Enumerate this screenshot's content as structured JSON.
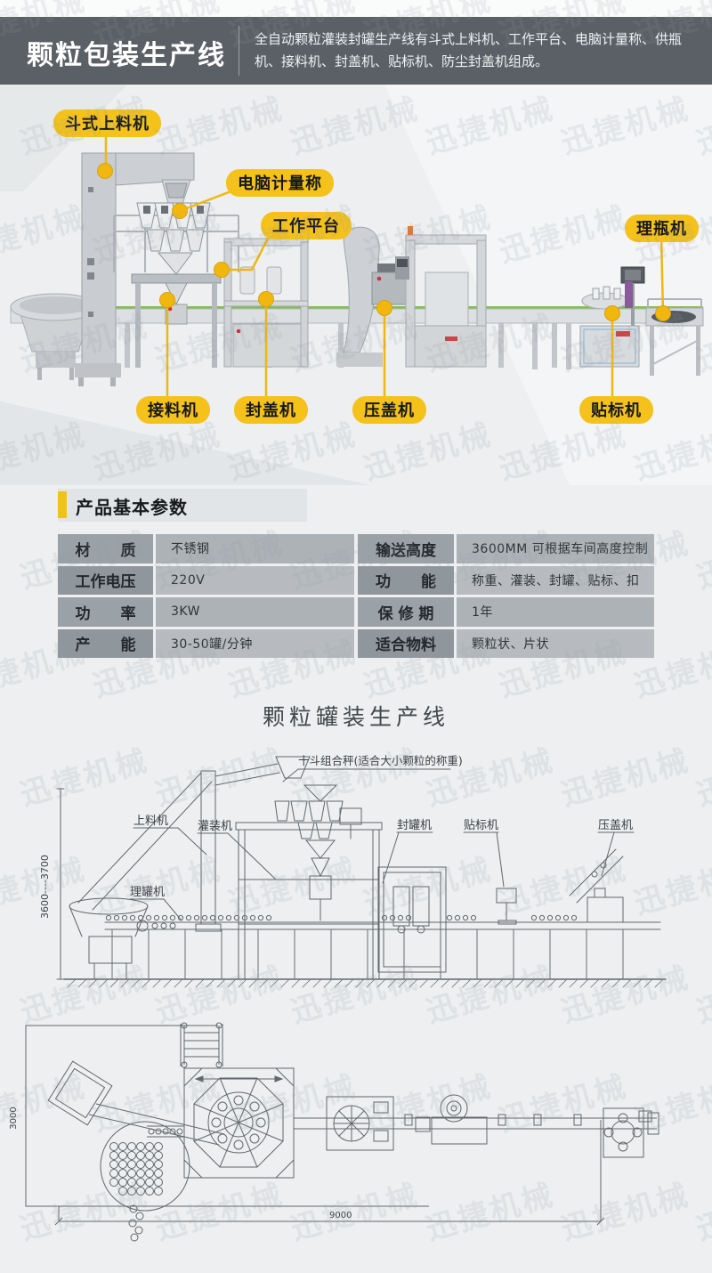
{
  "watermark": {
    "text": "迅捷机械"
  },
  "header": {
    "title": "颗粒包装生产线",
    "description": "全自动颗粒灌装封罐生产线有斗式上料机、工作平台、电脑计量称、供瓶机、接料机、封盖机、贴标机、防尘封盖机组成。"
  },
  "callouts": [
    {
      "label": "斗式上料机"
    },
    {
      "label": "电脑计量称"
    },
    {
      "label": "工作平台"
    },
    {
      "label": "理瓶机"
    },
    {
      "label": "接料机"
    },
    {
      "label": "封盖机"
    },
    {
      "label": "压盖机"
    },
    {
      "label": "贴标机"
    }
  ],
  "specs": {
    "section_title": "产品基本参数",
    "left": [
      {
        "label": "材　　质",
        "value": "不锈钢"
      },
      {
        "label": "工作电压",
        "value": "220V"
      },
      {
        "label": "功　　率",
        "value": "3KW"
      },
      {
        "label": "产　　能",
        "value": "30-50罐/分钟"
      }
    ],
    "right": [
      {
        "label": "输送高度",
        "value": "3600MM  可根据车间高度控制"
      },
      {
        "label": "功　　能",
        "value": "称重、灌装、封罐、贴标、扣"
      },
      {
        "label": "保 修 期",
        "value": "1年"
      },
      {
        "label": "适合物料",
        "value": "颗粒状、片状"
      }
    ]
  },
  "drawings": {
    "title": "颗粒罐装生产线",
    "side_view": {
      "labels": [
        "十斗组合秤(适合大小颗粒的称重)",
        "上料机",
        "灌装机",
        "理罐机",
        "封罐机",
        "贴标机",
        "压盖机"
      ],
      "height_dim": "3600----3700"
    },
    "plan_view": {
      "depth_dim": "3000",
      "length_dim": "9000"
    }
  }
}
